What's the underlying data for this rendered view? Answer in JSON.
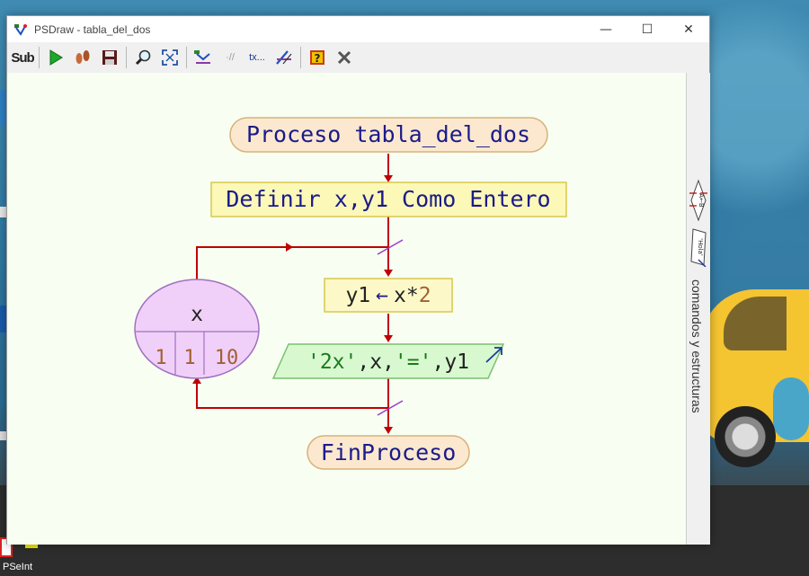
{
  "window": {
    "title": "PSDraw - tabla_del_dos",
    "minimize_glyph": "—",
    "maximize_glyph": "☐",
    "close_glyph": "✕"
  },
  "toolbar": {
    "buttons": [
      {
        "id": "sub",
        "label": "Sub",
        "icon": "sub-icon"
      },
      {
        "id": "run",
        "icon": "run-icon"
      },
      {
        "id": "step",
        "icon": "footsteps-icon"
      },
      {
        "id": "save",
        "icon": "save-icon"
      },
      {
        "id": "zoom",
        "icon": "magnifier-icon"
      },
      {
        "id": "fit",
        "icon": "fit-screen-icon"
      },
      {
        "id": "flow",
        "icon": "flow-icon"
      },
      {
        "id": "comment",
        "label": "·//",
        "icon": "comment-icon"
      },
      {
        "id": "text",
        "label": "tx...",
        "icon": "text-icon"
      },
      {
        "id": "edit",
        "icon": "pen-icon"
      },
      {
        "id": "help",
        "icon": "help-icon"
      },
      {
        "id": "close",
        "icon": "close-x-icon"
      }
    ]
  },
  "flowchart": {
    "start": "Proceso tabla_del_dos",
    "define": "Definir x,y1 Como Entero",
    "loop_var": "x",
    "loop_start": "1",
    "loop_step": "1",
    "loop_end": "10",
    "assign_lhs": "y1",
    "assign_arrow": "←",
    "assign_rhs_var": "x*",
    "assign_rhs_num": "2",
    "output_string1": "'2x'",
    "output_sep1": ",x,",
    "output_string2": "'='",
    "output_sep2": ",y1",
    "end": "FinProceso"
  },
  "side_panel": {
    "label": "comandos y estructuras",
    "icon1_text": "A←B",
    "icon2_text": "'Hola'"
  },
  "taskbar": {
    "label": "PSeInt"
  }
}
